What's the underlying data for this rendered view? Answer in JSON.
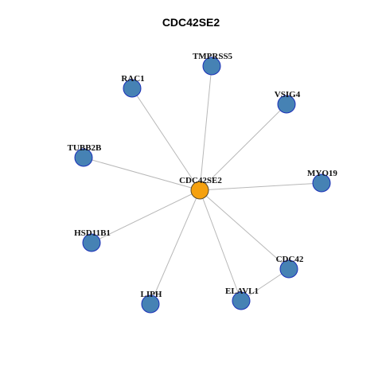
{
  "title": "CDC42SE2",
  "colors": {
    "center_fill": "#F5A10F",
    "neighbor_fill": "#4682B4",
    "neighbor_stroke": "#1a2fb8",
    "center_stroke": "#5a4a2a",
    "edge": "#b8b8b8"
  },
  "graph": {
    "center": "CDC42SE2",
    "nodes": [
      {
        "id": "CDC42SE2",
        "label": "CDC42SE2",
        "role": "center"
      },
      {
        "id": "TMPRSS5",
        "label": "TMPRSS5",
        "role": "neighbor"
      },
      {
        "id": "RAC1",
        "label": "RAC1",
        "role": "neighbor"
      },
      {
        "id": "VSIG4",
        "label": "VSIG4",
        "role": "neighbor"
      },
      {
        "id": "TUBB2B",
        "label": "TUBB2B",
        "role": "neighbor"
      },
      {
        "id": "MYO19",
        "label": "MYO19",
        "role": "neighbor"
      },
      {
        "id": "HSD11B1",
        "label": "HSD11B1",
        "role": "neighbor"
      },
      {
        "id": "CDC42",
        "label": "CDC42",
        "role": "neighbor"
      },
      {
        "id": "ELAVL1",
        "label": "ELAVL1",
        "role": "neighbor"
      },
      {
        "id": "LIPH",
        "label": "LIPH",
        "role": "neighbor"
      }
    ],
    "edges": [
      [
        "CDC42SE2",
        "TMPRSS5"
      ],
      [
        "CDC42SE2",
        "RAC1"
      ],
      [
        "CDC42SE2",
        "VSIG4"
      ],
      [
        "CDC42SE2",
        "TUBB2B"
      ],
      [
        "CDC42SE2",
        "MYO19"
      ],
      [
        "CDC42SE2",
        "HSD11B1"
      ],
      [
        "CDC42SE2",
        "CDC42"
      ],
      [
        "CDC42SE2",
        "ELAVL1"
      ],
      [
        "CDC42SE2",
        "LIPH"
      ],
      [
        "ELAVL1",
        "CDC42"
      ]
    ]
  }
}
